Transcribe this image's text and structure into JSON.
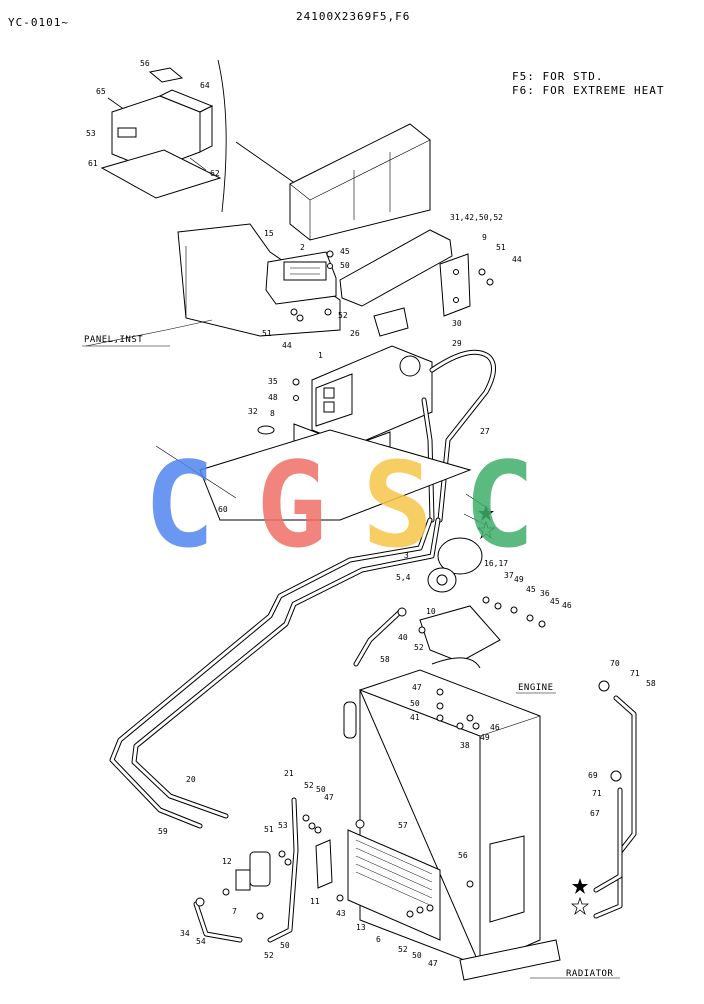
{
  "header": {
    "serial": "YC-0101~",
    "part_number": "24100X2369F5,F6",
    "legend_f5": "F5: FOR STD.",
    "legend_f6": "F6: FOR EXTREME HEAT"
  },
  "watermark": {
    "text": [
      "C",
      "G",
      "S",
      "C"
    ],
    "colors": [
      "#4f86f0",
      "#ef6f66",
      "#f6c64a",
      "#3fae6a"
    ]
  },
  "sections": {
    "panel": "PANEL,INST",
    "engine": "ENGINE",
    "radiator": "RADIATOR"
  },
  "callouts": [
    "56",
    "65",
    "64",
    "53",
    "61",
    "62",
    "31,42,50,52",
    "9",
    "51",
    "44",
    "15",
    "2",
    "45",
    "50",
    "51",
    "44",
    "52",
    "26",
    "30",
    "1",
    "29",
    "35",
    "48",
    "32",
    "8",
    "27",
    "60",
    "3",
    "16,17",
    "5,4",
    "37",
    "49",
    "45",
    "36",
    "45",
    "46",
    "10",
    "40",
    "52",
    "58",
    "47",
    "50",
    "41",
    "46",
    "49",
    "38",
    "70",
    "71",
    "58",
    "69",
    "71",
    "67",
    "20",
    "59",
    "21",
    "52",
    "50",
    "47",
    "57",
    "51",
    "53",
    "12",
    "56",
    "7",
    "34",
    "54",
    "52",
    "50",
    "11",
    "43",
    "13",
    "6",
    "52",
    "50",
    "47"
  ]
}
